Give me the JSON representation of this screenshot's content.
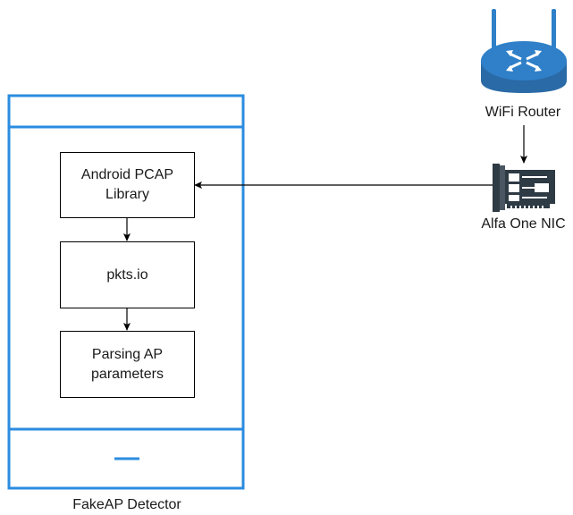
{
  "phone": {
    "caption": "FakeAP Detector"
  },
  "boxes": [
    {
      "id": "pcap",
      "label": "Android PCAP Library"
    },
    {
      "id": "pkts",
      "label": "pkts.io"
    },
    {
      "id": "parse",
      "label": "Parsing AP parameters"
    }
  ],
  "devices": {
    "router": {
      "label": "WiFi Router",
      "icon": "router-icon"
    },
    "nic": {
      "label": "Alfa One NIC",
      "icon": "network-card-icon"
    }
  },
  "colors": {
    "phone_outline": "#2b8ce0",
    "router_body": "#2a6aa6",
    "router_top": "#2f80c8",
    "nic_board": "#2e3a44"
  }
}
